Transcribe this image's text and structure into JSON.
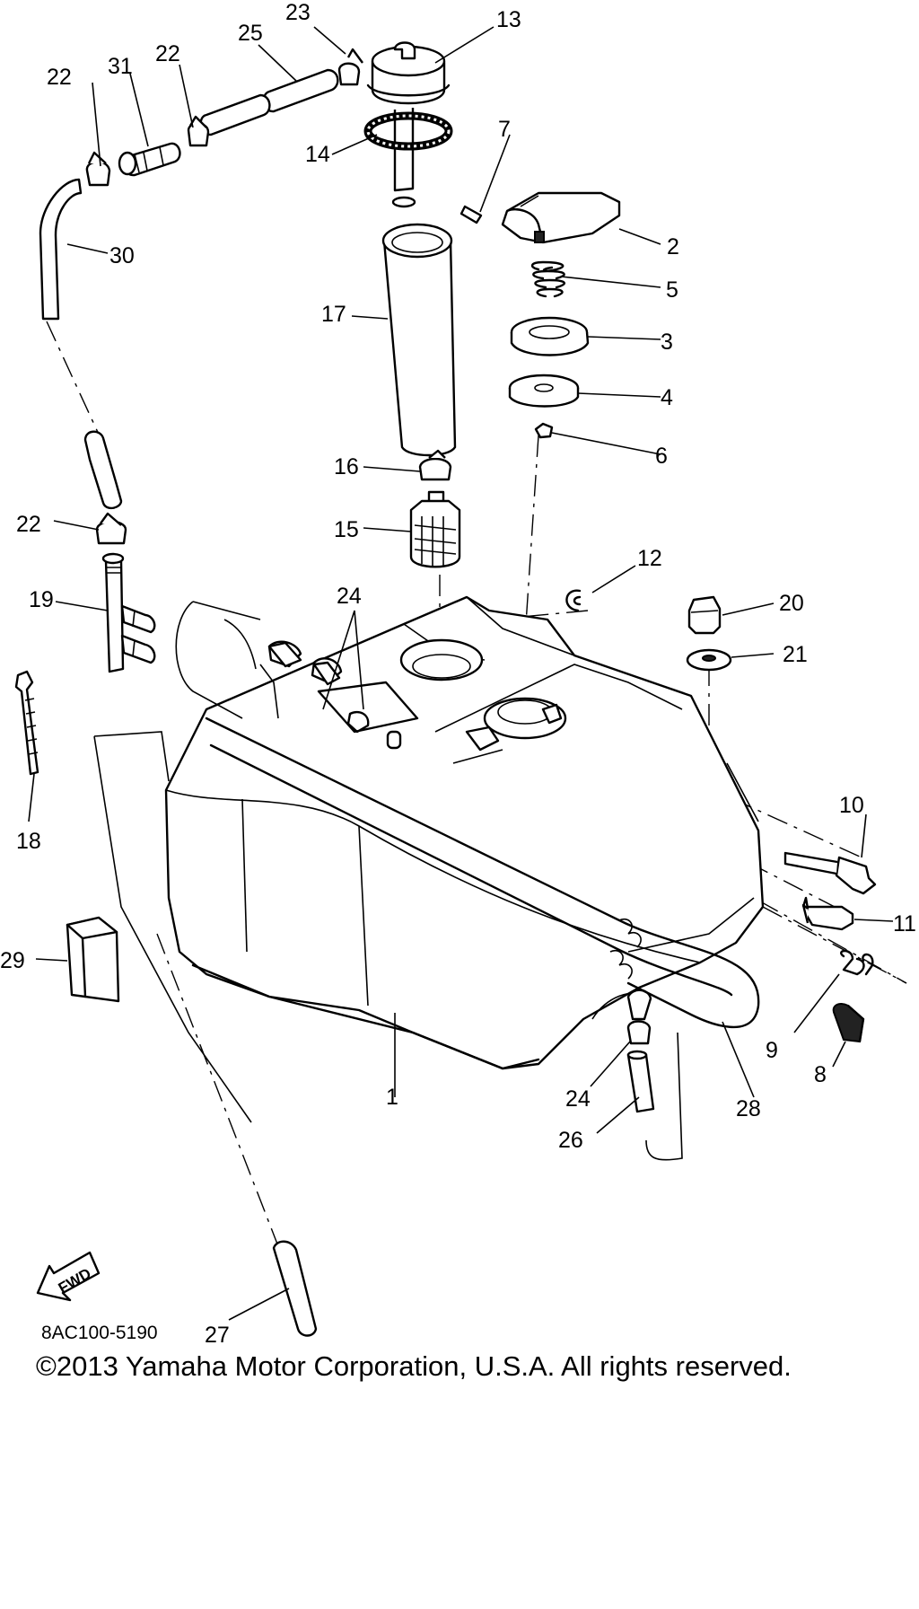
{
  "diagram": {
    "part_labels": {
      "p1": "1",
      "p2": "2",
      "p3": "3",
      "p4": "4",
      "p5": "5",
      "p6": "6",
      "p7": "7",
      "p8": "8",
      "p9": "9",
      "p10": "10",
      "p11": "11",
      "p12": "12",
      "p13": "13",
      "p14": "14",
      "p15": "15",
      "p16": "16",
      "p17": "17",
      "p18": "18",
      "p19": "19",
      "p20": "20",
      "p21": "21",
      "p22a": "22",
      "p22b": "22",
      "p22c": "22",
      "p23": "23",
      "p24a": "24",
      "p24b": "24",
      "p25": "25",
      "p26": "26",
      "p27": "27",
      "p28": "28",
      "p29": "29",
      "p30": "30",
      "p31": "31"
    },
    "fwd_label": "FWD",
    "diagram_code": "8AC100-5190",
    "copyright": "©2013 Yamaha Motor Corporation, U.S.A. All rights reserved."
  },
  "colors": {
    "line": "#000000",
    "background": "#ffffff"
  }
}
